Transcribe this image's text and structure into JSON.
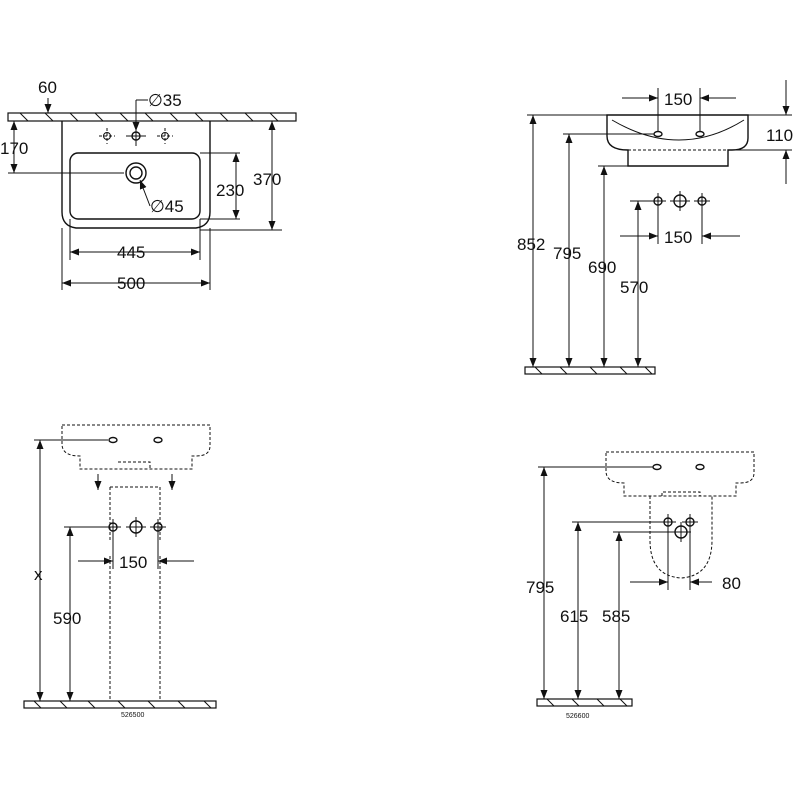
{
  "plan": {
    "dims": {
      "d60": "60",
      "d35": "∅35",
      "d170": "170",
      "d370": "370",
      "d230": "230",
      "d45": "∅45",
      "d445": "445",
      "d500": "500"
    }
  },
  "side": {
    "dims": {
      "d150_top": "150",
      "d110": "110",
      "d852": "852",
      "d795": "795",
      "d690": "690",
      "d570": "570",
      "d150_bottom": "150"
    }
  },
  "pedestal": {
    "dims": {
      "dx": "x",
      "d590": "590",
      "d150": "150"
    },
    "code": "526500"
  },
  "semi": {
    "dims": {
      "d795": "795",
      "d615": "615",
      "d585": "585",
      "d80": "80"
    },
    "code": "526600"
  },
  "colors": {
    "line": "#111111",
    "background": "#ffffff"
  }
}
